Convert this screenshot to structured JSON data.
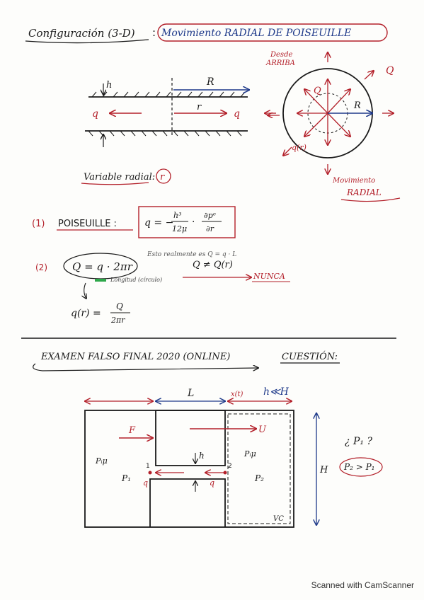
{
  "colors": {
    "ink": "#1a1a1a",
    "red": "#b3202a",
    "blue": "#1f3a8a",
    "green": "#2ea84a"
  },
  "section1": {
    "title_left": "Configuración (3-D)",
    "title_colon": ":",
    "title_right": "Movimiento RADIAL DE POISEUILLE",
    "label_h": "h",
    "label_R": "R",
    "label_q_left": "q",
    "label_r": "r",
    "label_q_right": "q",
    "variable_label": "Variable radial:",
    "variable_symbol": "r",
    "circle": {
      "top_note_line1": "Desde",
      "top_note_line2": "ARRIBA",
      "label_Q": "Q",
      "label_R": "R",
      "label_qr": "q(r)",
      "label_Q_outside": "Q",
      "bottom_note_line1": "Movimiento",
      "bottom_note_line2": "RADIAL"
    }
  },
  "equations": {
    "eq1_number": "(1)",
    "eq1_name": "POISEUILLE :",
    "eq1_lhs": "q = −",
    "eq1_frac_num": "h³",
    "eq1_frac_den": "12μ",
    "eq1_dot": "·",
    "eq1_dp_num": "∂pᵉ",
    "eq1_dp_den": "∂r",
    "eq2_number": "(2)",
    "eq2_text": "Q = q · 2πr",
    "eq2_note": "Esto realmente es  Q = q · L",
    "eq2_sub": "Longitud (círculo)",
    "eq2_neq": "Q ≠ Q(r)",
    "eq2_never": "NUNCA",
    "eq3_lhs": "q(r) =",
    "eq3_num": "Q",
    "eq3_den": "2πr"
  },
  "section2": {
    "title": "EXAMEN FALSO FINAL 2020 (ONLINE)",
    "cuestion": "CUESTIÓN:",
    "label_L": "L",
    "label_xt": "x(t)",
    "label_hH": "h≪H",
    "label_F": "F",
    "label_U": "U",
    "label_h": "h",
    "label_p_left": "Pᵢμ",
    "label_P1": "P₁",
    "label_p_right": "Pᵢμ",
    "label_P2": "P₂",
    "label_q1": "q",
    "label_q2": "q",
    "label_1": "1",
    "label_2": "2",
    "label_VC": "VC",
    "label_H": "H",
    "question": "¿ P₁ ?",
    "answer": "P₂ > P₁"
  },
  "footer": "Scanned with CamScanner"
}
